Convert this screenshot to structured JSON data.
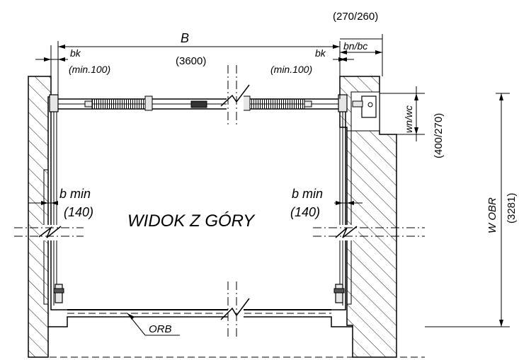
{
  "labels": {
    "top_dim": "(270/260)",
    "width_symbol": "B",
    "width_value": "(3600)",
    "bk_left": "bk",
    "bk_left_min": "(min.100)",
    "bk_right": "bk",
    "bk_right_min": "(min.100)",
    "bn_bc": "bn/bc",
    "wn_wc": "wn/wc",
    "wn_wc_value": "(400/270)",
    "b_min_left": "b  min",
    "b_min_left_value": "(140)",
    "b_min_right": "b  min",
    "b_min_right_value": "(140)",
    "view_title": "WIDOK Z GÓRY",
    "w_obr": "W  OBR",
    "w_obr_value": "(3281)",
    "orb": "ORB"
  },
  "colors": {
    "line": "#000000",
    "background": "#ffffff",
    "component_fill": "#e6e6e6"
  }
}
